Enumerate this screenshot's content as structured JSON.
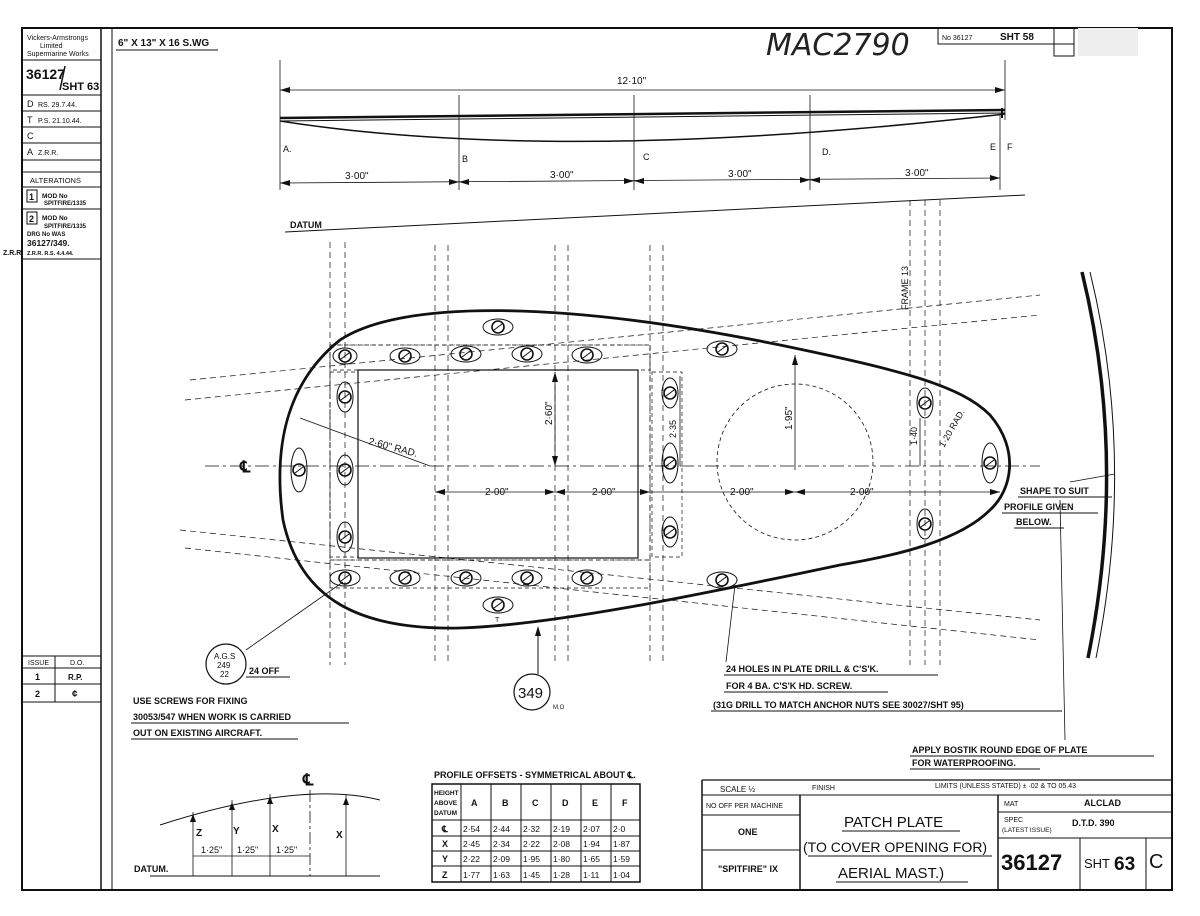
{
  "handwritten_ref": "MAC2790",
  "material_line": "6\" X 13\" X 16 S.WG",
  "top_ref": {
    "prefix": "No 36127",
    "sheet": "SHT 58"
  },
  "sidebar": {
    "company": [
      "Vickers-Armstrongs",
      "Limited",
      "Supermarine Works"
    ],
    "drawing_no": "36127",
    "sheet": "SHT 63",
    "rows": [
      {
        "label": "D",
        "value": "RS. 29.7.44."
      },
      {
        "label": "T",
        "value": "P.S. 21.10.44."
      },
      {
        "label": "C",
        "value": ""
      },
      {
        "label": "A",
        "value": "Z.R.R."
      }
    ],
    "alterations_title": "ALTERATIONS",
    "alterations": [
      {
        "num": "1",
        "lines": [
          "MOD No",
          "SPITFIRE/1335"
        ]
      },
      {
        "num": "2",
        "lines": [
          "MOD No",
          "SPITFIRE/1335",
          "DRG No WAS",
          "36127/349.",
          "Z.R.R. R.S. 4.4.44."
        ]
      }
    ],
    "margin_initials": "Z.R.R",
    "issue_table": {
      "headers": [
        "ISSUE",
        "D.O."
      ],
      "rows": [
        [
          "1",
          "R.P."
        ],
        [
          "2",
          "¢"
        ]
      ]
    }
  },
  "profile": {
    "overall": "12·10\"",
    "stations": [
      "A.",
      "B",
      "C",
      "D.",
      "E",
      "F"
    ],
    "spacings": [
      "3·00\"",
      "3·00\"",
      "3·00\"",
      "3·00\""
    ]
  },
  "plan": {
    "datum": "DATUM",
    "frame": "FRAME 13",
    "centerline": "℄",
    "dims": {
      "rad_large": "2·60\" RAD.",
      "rad_small": "1·20 RAD.",
      "h1": "2·60\"",
      "h2": "2·35",
      "h3": "1·95\"",
      "h4": "1·40",
      "w1": "2·00\"",
      "w2": "2·00\"",
      "w3": "2·00\"",
      "w4": "2·00\""
    },
    "ags_circle": [
      "A.G.S",
      "249",
      "22"
    ],
    "ags_note": "24 OFF",
    "circle_349": "349",
    "circle_349_sub": "M.O",
    "screw_mark": "T"
  },
  "notes": {
    "shape": [
      "SHAPE TO SUIT",
      "PROFILE GIVEN",
      "BELOW."
    ],
    "holes": [
      "24 HOLES IN PLATE DRILL & C'S'K.",
      "FOR 4 BA. C'S'K HD. SCREW.",
      "(31G DRILL TO MATCH ANCHOR NUTS SEE 30027/SHT 95)"
    ],
    "screws": [
      "USE SCREWS FOR FIXING",
      "30053/547 WHEN WORK IS CARRIED",
      "OUT ON EXISTING AIRCRAFT."
    ],
    "bostik": [
      "APPLY BOSTIK ROUND EDGE OF PLATE",
      "FOR WATERPROOFING."
    ]
  },
  "offsets": {
    "title": "PROFILE OFFSETS - SYMMETRICAL ABOUT ℄.",
    "corner": [
      "HEIGHT",
      "ABOVE",
      "DATUM"
    ],
    "columns": [
      "A",
      "B",
      "C",
      "D",
      "E",
      "F"
    ],
    "rows": [
      {
        "label": "℄",
        "values": [
          "2·54",
          "2·44",
          "2·32",
          "2·19",
          "2·07",
          "2·0"
        ]
      },
      {
        "label": "X",
        "values": [
          "2·45",
          "2·34",
          "2·22",
          "2·08",
          "1·94",
          "1·87"
        ]
      },
      {
        "label": "Y",
        "values": [
          "2·22",
          "2·09",
          "1·95",
          "1·80",
          "1·65",
          "1·59"
        ]
      },
      {
        "label": "Z",
        "values": [
          "1·77",
          "1·63",
          "1·45",
          "1·28",
          "1·11",
          "1·04"
        ]
      }
    ]
  },
  "section": {
    "centerline": "℄",
    "labels": [
      "Z",
      "Y",
      "X",
      "X"
    ],
    "dims": [
      "1·25\"",
      "1·25\"",
      "1·25\""
    ],
    "datum": "DATUM."
  },
  "title_block": {
    "scale": "SCALE ½",
    "finish": "FINISH",
    "limits": "LIMITS (UNLESS STATED) ± ·02 & TO 05.43",
    "no_off_label": "NO OFF PER MACHINE",
    "no_off": "ONE",
    "aircraft": "\"SPITFIRE\" IX",
    "title": [
      "PATCH PLATE",
      "(TO COVER OPENING FOR)",
      "AERIAL MAST.)"
    ],
    "mat_label": "MAT",
    "mat": "ALCLAD",
    "spec_label": [
      "SPEC",
      "(LATEST ISSUE)"
    ],
    "spec": "D.T.D. 390",
    "drawing_no": "36127",
    "sheet_label": "SHT",
    "sheet": "63",
    "revision": "C"
  }
}
